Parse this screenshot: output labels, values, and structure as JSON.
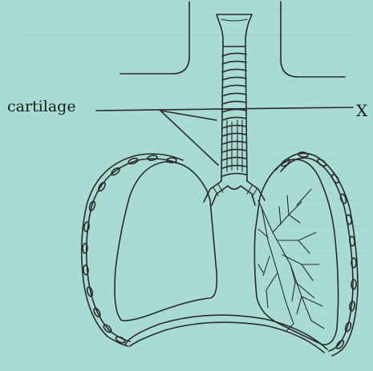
{
  "diagram": {
    "labels": {
      "cartilage": "cartilage",
      "x": "X"
    },
    "colors": {
      "background": "#a8dcd2",
      "ink": "#2a2a2a"
    },
    "icons": [
      "trachea",
      "bronchus",
      "lung",
      "rib",
      "diaphragm"
    ]
  }
}
